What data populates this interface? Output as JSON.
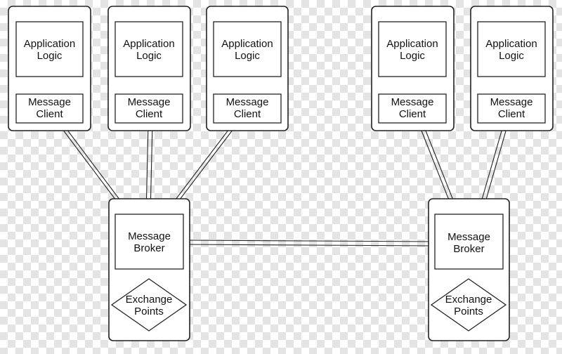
{
  "colors": {
    "card_fill": "#ffffff",
    "stroke": "#222222",
    "transparency_checker": "#e4e4e4"
  },
  "clients": [
    {
      "app_logic": [
        "Application",
        "Logic"
      ],
      "message_client": [
        "Message",
        "Client"
      ]
    },
    {
      "app_logic": [
        "Application",
        "Logic"
      ],
      "message_client": [
        "Message",
        "Client"
      ]
    },
    {
      "app_logic": [
        "Application",
        "Logic"
      ],
      "message_client": [
        "Message",
        "Client"
      ]
    },
    {
      "app_logic": [
        "Application",
        "Logic"
      ],
      "message_client": [
        "Message",
        "Client"
      ]
    },
    {
      "app_logic": [
        "Application",
        "Logic"
      ],
      "message_client": [
        "Message",
        "Client"
      ]
    }
  ],
  "brokers": [
    {
      "broker": [
        "Message",
        "Broker"
      ],
      "exchange": [
        "Exchange",
        "Points"
      ]
    },
    {
      "broker": [
        "Message",
        "Broker"
      ],
      "exchange": [
        "Exchange",
        "Points"
      ]
    }
  ],
  "connections": [
    {
      "from": "client-1",
      "to": "broker-1"
    },
    {
      "from": "client-2",
      "to": "broker-1"
    },
    {
      "from": "client-3",
      "to": "broker-1"
    },
    {
      "from": "client-4",
      "to": "broker-2"
    },
    {
      "from": "client-5",
      "to": "broker-2"
    },
    {
      "from": "broker-1",
      "to": "broker-2"
    }
  ]
}
